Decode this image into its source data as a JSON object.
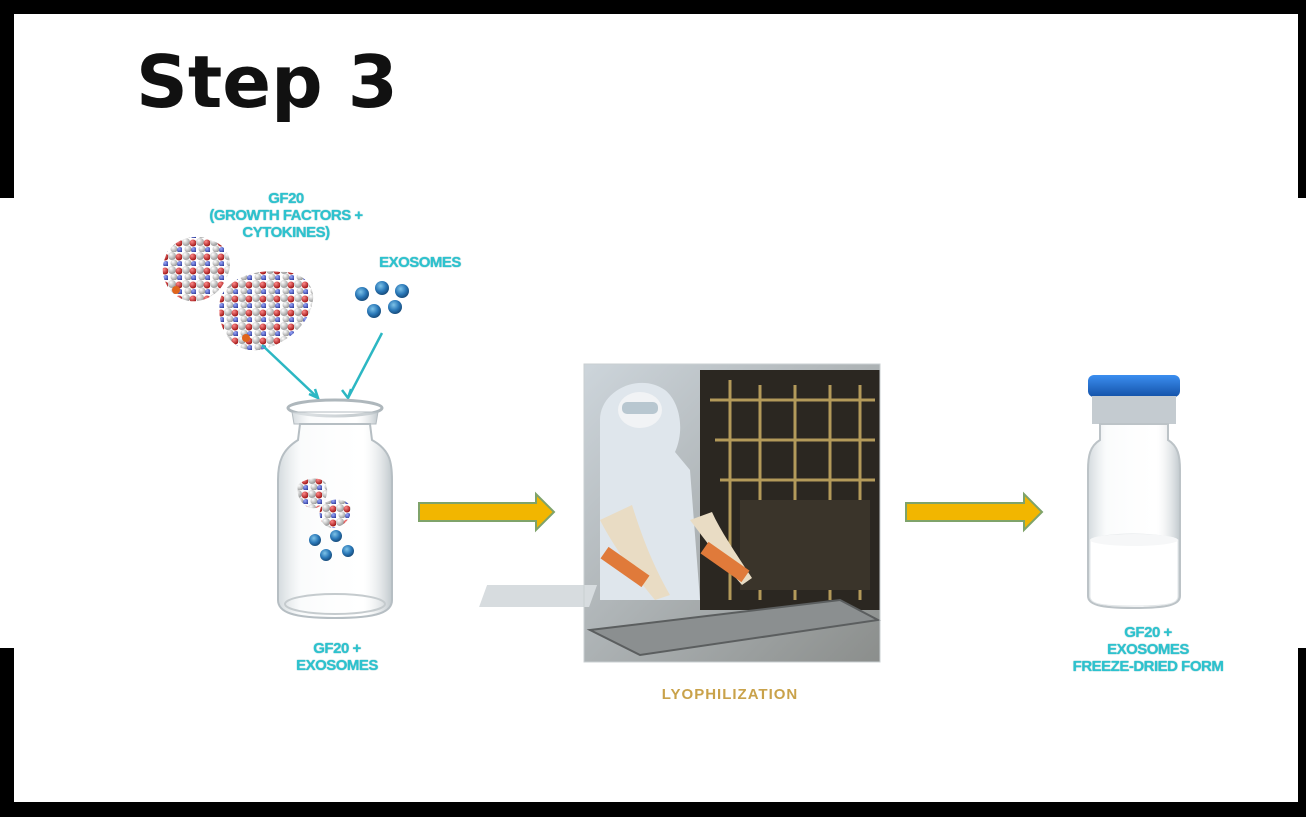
{
  "title": "Step 3",
  "labels": {
    "gf20": [
      "GF20",
      "(GROWTH FACTORS +",
      "CYTOKINES)"
    ],
    "exosomes": "EXOSOMES",
    "vial_mix": [
      "GF20 +",
      "EXOSOMES"
    ],
    "lyophilization": "LYOPHILIZATION",
    "final_vial": [
      "GF20 +",
      "EXOSOMES",
      "FREEZE-DRIED FORM"
    ]
  },
  "colors": {
    "teal_text": "#2cc3cf",
    "arrow_fill": "#f2b600",
    "arrow_outline": "#7fa36a",
    "lyo_text": "#c9a24a",
    "vial_cap": "#1a6fd6"
  },
  "icons": {
    "molecule": "protein-molecule-cluster",
    "exosome": "exosome-sphere",
    "vial": "glass-vial",
    "lab": "lab-technician-photo",
    "arrow": "right-arrow"
  }
}
